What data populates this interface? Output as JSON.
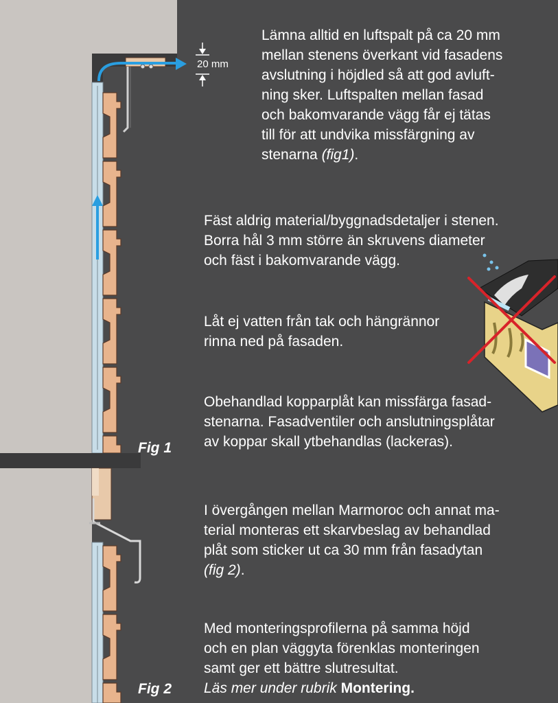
{
  "texts": {
    "p1_main": "Lämna alltid en luftspalt på ca 20 mm\nmellan stenens överkant vid fasadens\navslutning i höjdled så att god avluft-\nning sker. Luftspalten mellan fasad\noch bakomvarande vägg får ej tätas\ntill för att undvika missfärgning av\nstenarna ",
    "p1_ref": "(fig1)",
    "p1_end": ".",
    "p2": "Fäst aldrig material/byggnadsdetaljer i stenen.\nBorra hål 3 mm större än skruvens diameter\noch fäst i bakomvarande vägg.",
    "p3": "Låt ej vatten från tak och hängrännor\nrinna ned på fasaden.",
    "p4": "Obehandlad kopparplåt kan missfärga fasad-\nstenarna. Fasadventiler och anslutningsplåtar\nav koppar skall ytbehandlas (lackeras).",
    "p5_main": "I övergången mellan Marmoroc och annat ma-\nterial monteras ett skarvbeslag av behandlad\nplåt som sticker ut ca 30 mm från fasadytan\n",
    "p5_ref": "(fig 2)",
    "p5_end": ".",
    "p6_main": "Med monteringsprofilerna på samma höjd\noch en plan väggyta förenklas monteringen\nsamt ger ett bättre slutresultat.\n",
    "p6_italic": "Läs mer under rubrik ",
    "p6_bold": "Montering."
  },
  "dimension_label": "20 mm",
  "fig1_label": "Fig 1",
  "fig2_label": "Fig 2",
  "colors": {
    "background": "#4a4a4b",
    "wall": "#c9c5c1",
    "stone": "#e8b48d",
    "profile": "#c8dde8",
    "arrow": "#2a9ee0",
    "cross": "#d8232a",
    "house_wall": "#e8d389",
    "roof": "#2e2e2e",
    "window": "#7b72b8"
  },
  "icons": {
    "air_arrow_top": "curved-arrow-icon",
    "air_arrow_up": "up-arrow-icon",
    "prohibition": "red-cross-icon"
  }
}
